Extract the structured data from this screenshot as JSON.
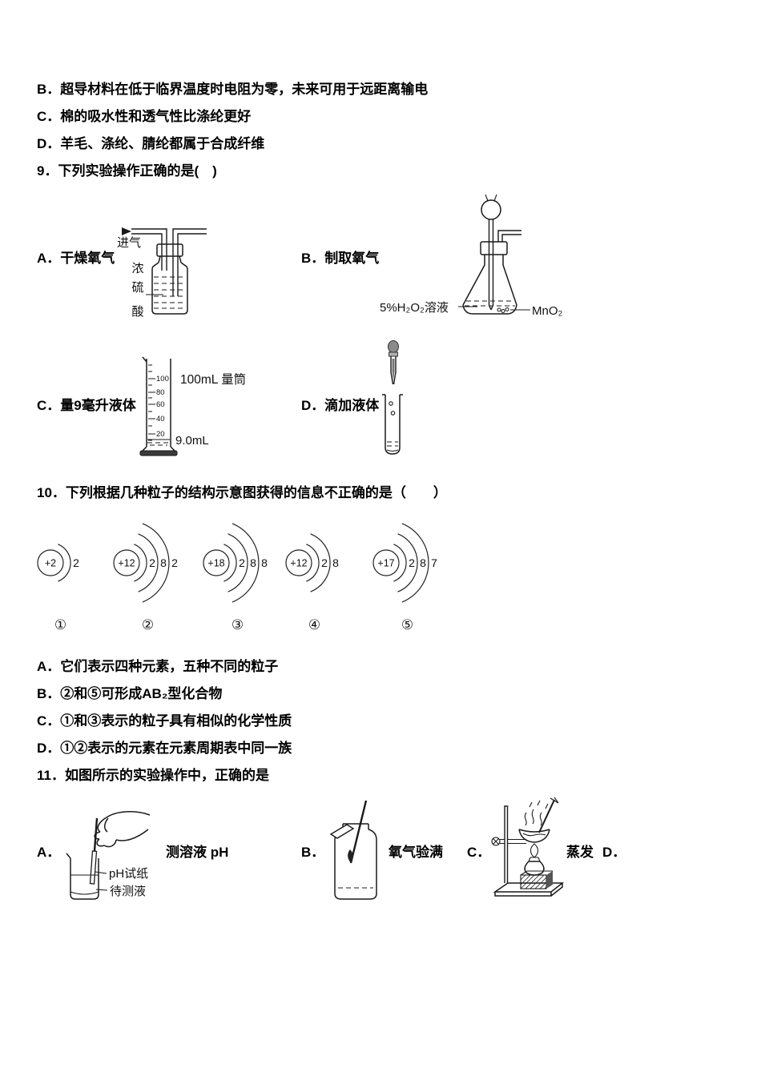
{
  "q8": {
    "optionB": "B．超导材料在低于临界温度时电阻为零，未来可用于远距离输电",
    "optionC": "C．棉的吸水性和透气性比涤纶更好",
    "optionD": "D．羊毛、涤纶、腈纶都属于合成纤维"
  },
  "q9": {
    "stem": "9．下列实验操作正确的是(　)",
    "a": {
      "label": "A．干燥氧气",
      "gasIn": "进气",
      "acid": [
        "浓",
        "硫",
        "酸"
      ]
    },
    "b": {
      "label": "B．制取氧气",
      "solution": "5%H₂O₂溶液",
      "catalyst": "MnO₂"
    },
    "c": {
      "label": "C．量9毫升液体",
      "cylinder": "100mL 量筒",
      "volume": "9.0mL",
      "scale": [
        "100",
        "80",
        "60",
        "40",
        "20"
      ]
    },
    "d": {
      "label": "D．滴加液体"
    }
  },
  "q10": {
    "stem": "10．下列根据几种粒子的结构示意图获得的信息不正确的是（　　）",
    "particles": [
      {
        "charge": "+2",
        "shells": [
          "2"
        ],
        "label": "①"
      },
      {
        "charge": "+12",
        "shells": [
          "2",
          "8",
          "2"
        ],
        "label": "②"
      },
      {
        "charge": "+18",
        "shells": [
          "2",
          "8",
          "8"
        ],
        "label": "③"
      },
      {
        "charge": "+12",
        "shells": [
          "2",
          "8"
        ],
        "label": "④"
      },
      {
        "charge": "+17",
        "shells": [
          "2",
          "8",
          "7"
        ],
        "label": "⑤"
      }
    ],
    "optionA": "A．它们表示四种元素，五种不同的粒子",
    "optionB": "B．②和⑤可形成AB₂型化合物",
    "optionC": "C．①和③表示的粒子具有相似的化学性质",
    "optionD": "D．①②表示的元素在元素周期表中同一族"
  },
  "q11": {
    "stem": "11．如图所示的实验操作中，正确的是",
    "a": {
      "label": "A．",
      "caption": "测溶液 pH",
      "paper": "pH试纸",
      "liquid": "待测液"
    },
    "b": {
      "label": "B．",
      "caption": "氧气验满"
    },
    "c": {
      "label": "C．",
      "caption": "蒸发"
    },
    "d": {
      "label": "D．"
    }
  }
}
